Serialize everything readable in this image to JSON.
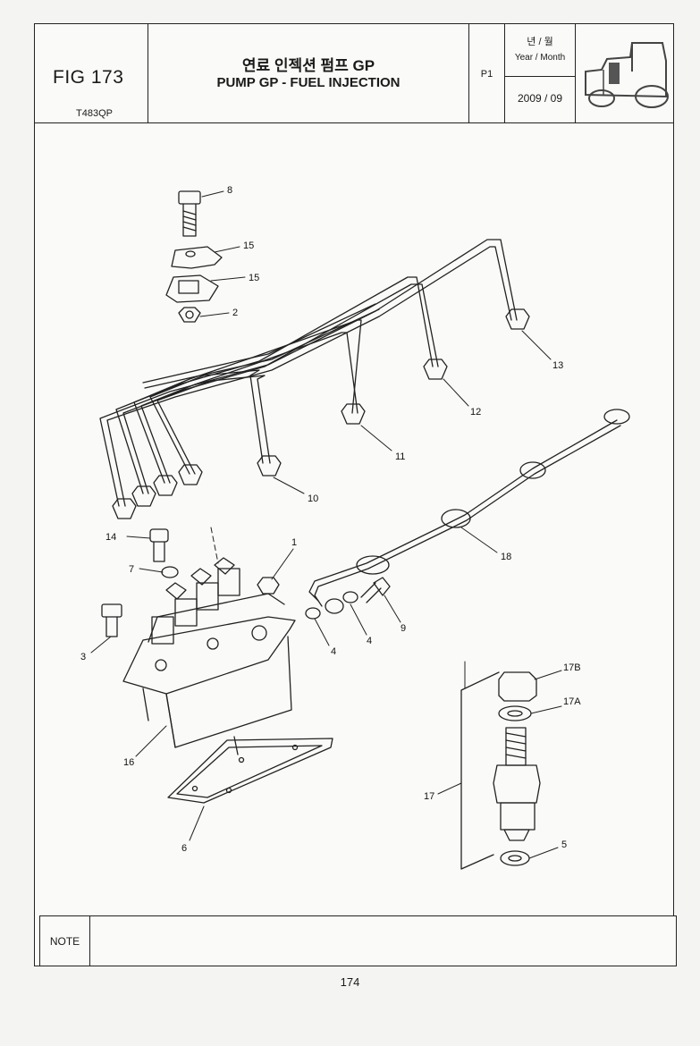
{
  "header": {
    "fig_label": "FIG 173",
    "fig_code": "T483QP",
    "title_korean": "연료 인젝션 펌프 GP",
    "title_english": "PUMP GP - FUEL INJECTION",
    "page_ref": "P1",
    "year_month_label_korean": "년 / 월",
    "year_month_label_english": "Year / Month",
    "year_month_value": "2009 / 09",
    "tractor_icon": "tractor-icon"
  },
  "callouts": {
    "c8": "8",
    "c15a": "15",
    "c15b": "15",
    "c2": "2",
    "c13": "13",
    "c12": "12",
    "c11": "11",
    "c10": "10",
    "c18": "18",
    "c14": "14",
    "c7": "7",
    "c1": "1",
    "c9": "9",
    "c4a": "4",
    "c4b": "4",
    "c3": "3",
    "c16": "16",
    "c6": "6",
    "c17b": "17B",
    "c17a": "17A",
    "c17": "17",
    "c5": "5"
  },
  "note": {
    "label": "NOTE",
    "text": ""
  },
  "footer": {
    "page_number": "174"
  }
}
